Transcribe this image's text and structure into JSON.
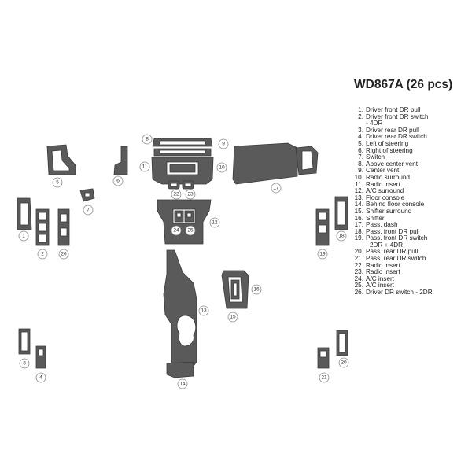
{
  "title": "WD867A (26 pcs)",
  "colors": {
    "piece_fill": "#5a5a5a",
    "piece_stroke": "#3a3a3a",
    "callout_stroke": "#8a8a8a",
    "background": "#ffffff"
  },
  "legend": [
    {
      "num": "1.",
      "text": "Driver front DR pull"
    },
    {
      "num": "2.",
      "text": "Driver front DR switch",
      "cont": "- 4DR"
    },
    {
      "num": "3.",
      "text": "Driver rear DR pull"
    },
    {
      "num": "4.",
      "text": "Driver rear DR switch"
    },
    {
      "num": "5.",
      "text": "Left of steering"
    },
    {
      "num": "6.",
      "text": "Right of steering"
    },
    {
      "num": "7.",
      "text": "Switch"
    },
    {
      "num": "8.",
      "text": "Above center vent"
    },
    {
      "num": "9.",
      "text": "Center vent"
    },
    {
      "num": "10.",
      "text": "Radio surround"
    },
    {
      "num": "11.",
      "text": "Radio insert"
    },
    {
      "num": "12.",
      "text": "A/C surround"
    },
    {
      "num": "13.",
      "text": "Floor console"
    },
    {
      "num": "14.",
      "text": "Behind floor console"
    },
    {
      "num": "15.",
      "text": "Shifter surround"
    },
    {
      "num": "16.",
      "text": "Shifter"
    },
    {
      "num": "17.",
      "text": "Pass. dash"
    },
    {
      "num": "18.",
      "text": "Pass. front DR pull"
    },
    {
      "num": "19.",
      "text": "Pass. front DR switch",
      "cont": "- 2DR + 4DR"
    },
    {
      "num": "20.",
      "text": "Pass. rear DR pull"
    },
    {
      "num": "21.",
      "text": "Pass. rear DR switch"
    },
    {
      "num": "22.",
      "text": "Radio insert"
    },
    {
      "num": "23.",
      "text": "Radio insert"
    },
    {
      "num": "24.",
      "text": "A/C insert"
    },
    {
      "num": "25.",
      "text": "A/C insert"
    },
    {
      "num": "26.",
      "text": "Driver DR switch - 2DR"
    }
  ],
  "callouts": [
    "1",
    "2",
    "3",
    "4",
    "5",
    "6",
    "7",
    "8",
    "9",
    "10",
    "11",
    "12",
    "13",
    "14",
    "15",
    "16",
    "17",
    "18",
    "19",
    "20",
    "21",
    "22",
    "23",
    "24",
    "25",
    "26"
  ]
}
